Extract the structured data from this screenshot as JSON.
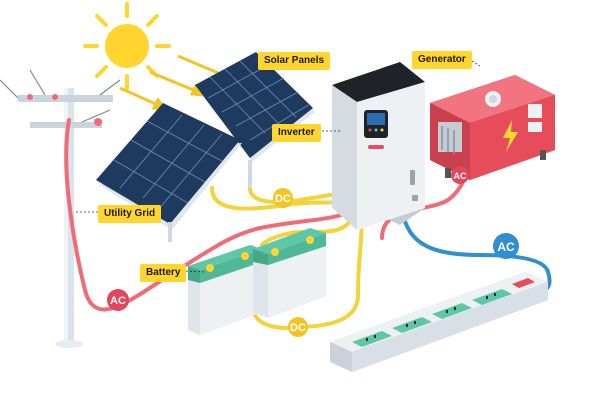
{
  "labels": {
    "solar_panels": "Solar Panels",
    "generator": "Generator",
    "inverter": "Inverter",
    "utility_grid": "Utility Grid",
    "battery": "Battery"
  },
  "connectors": {
    "dc_panels": "DC",
    "dc_battery": "DC",
    "ac_grid": "AC",
    "ac_generator": "AC",
    "ac_output": "AC"
  },
  "colors": {
    "callout": "#ffd52e",
    "dc_wire": "#f4d23a",
    "ac_wire_red": "#ef6b76",
    "ac_wire_blue": "#2f8fd0",
    "ac_badge_red": "#e2465a",
    "ac_badge_blue": "#2f8fd0",
    "dc_badge": "#f2c522",
    "generator": "#e64c5a",
    "battery": "#5ec7a8",
    "sun": "#ffd52e"
  },
  "icons": [
    "sun-icon",
    "utility-pole-icon",
    "solar-panel-icon",
    "inverter-icon",
    "generator-icon",
    "battery-icon",
    "power-strip-icon"
  ]
}
